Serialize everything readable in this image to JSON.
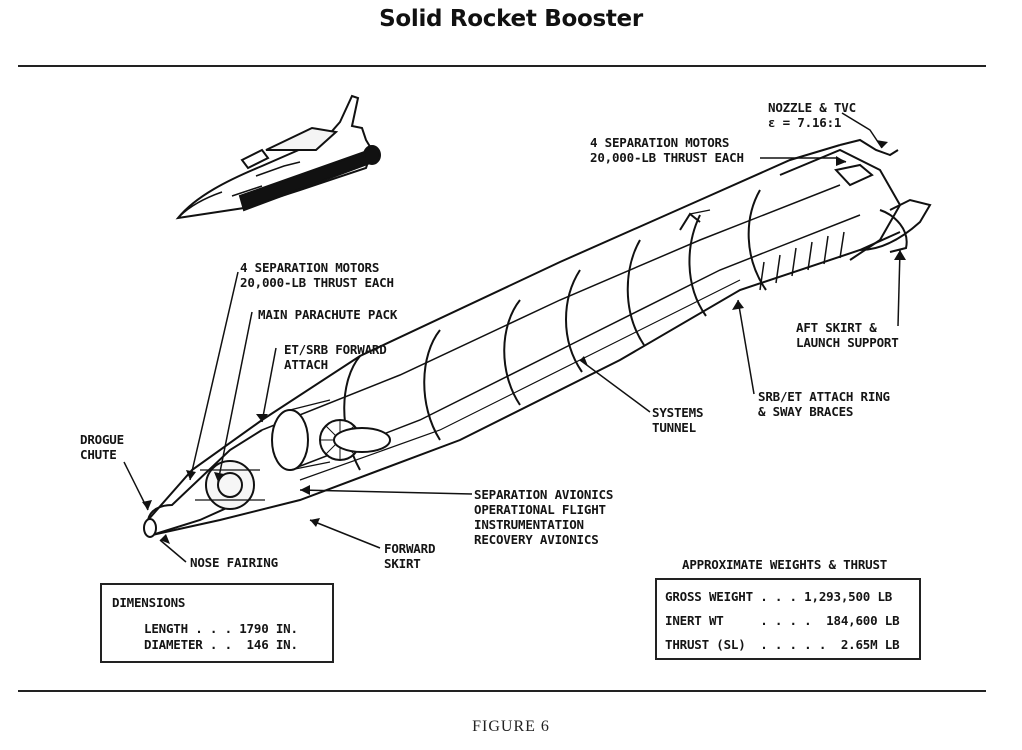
{
  "title": "Solid Rocket Booster",
  "labels": {
    "nozzle_tvc": "NOZZLE & TVC\nε = 7.16:1",
    "sep_motors_aft": "4 SEPARATION MOTORS\n20,000-LB THRUST EACH",
    "sep_motors_fwd": "4 SEPARATION MOTORS\n20,000-LB THRUST EACH",
    "main_parachute": "MAIN PARACHUTE PACK",
    "et_srb_forward": "ET/SRB FORWARD\nATTACH",
    "drogue_chute": "DROGUE\nCHUTE",
    "aft_skirt": "AFT SKIRT &\nLAUNCH SUPPORT",
    "srb_et_ring": "SRB/ET ATTACH RING\n& SWAY BRACES",
    "systems_tunnel": "SYSTEMS\nTUNNEL",
    "avionics": "SEPARATION AVIONICS\nOPERATIONAL FLIGHT\nINSTRUMENTATION\nRECOVERY AVIONICS",
    "forward_skirt": "FORWARD\nSKIRT",
    "nose_fairing": "NOSE FAIRING"
  },
  "dimensions": {
    "heading": "DIMENSIONS",
    "rows": [
      "LENGTH . . . 1790 IN.",
      "DIAMETER . .  146 IN."
    ]
  },
  "weights": {
    "heading": "APPROXIMATE WEIGHTS & THRUST",
    "rows": [
      "GROSS WEIGHT . . . 1,293,500 LB",
      "INERT WT     . . . .  184,600 LB",
      "THRUST (SL)  . . . . .  2.65M LB"
    ]
  },
  "caption": "FIGURE 6"
}
